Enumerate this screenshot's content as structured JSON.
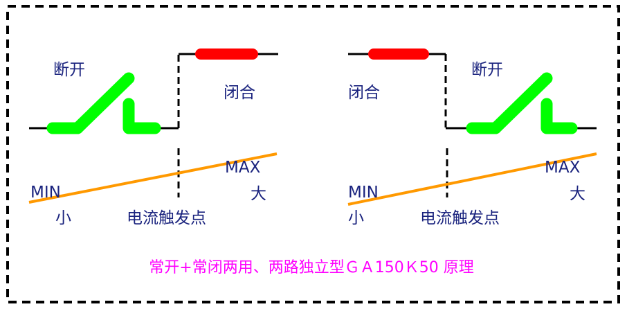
{
  "left_panel": {
    "open_label": "断开",
    "closed_label": "闭合",
    "min_label": "MIN",
    "small_label": "小",
    "max_label": "MAX",
    "large_label": "大",
    "trigger_label": "电流触发点"
  },
  "right_panel": {
    "open_label": "断开",
    "closed_label": "闭合",
    "min_label": "MIN",
    "small_label": "小",
    "max_label": "MAX",
    "large_label": "大",
    "trigger_label": "电流触发点"
  },
  "caption": "常开+常闭两用、两路独立型ＧＡ150Ｋ50 原理",
  "colors": {
    "contact_green": "#00ff00",
    "contact_red": "#ff0000",
    "current_line": "#ff9900",
    "label_navy": "#1a237e",
    "caption_magenta": "#ff00ff",
    "wire": "#000000"
  }
}
